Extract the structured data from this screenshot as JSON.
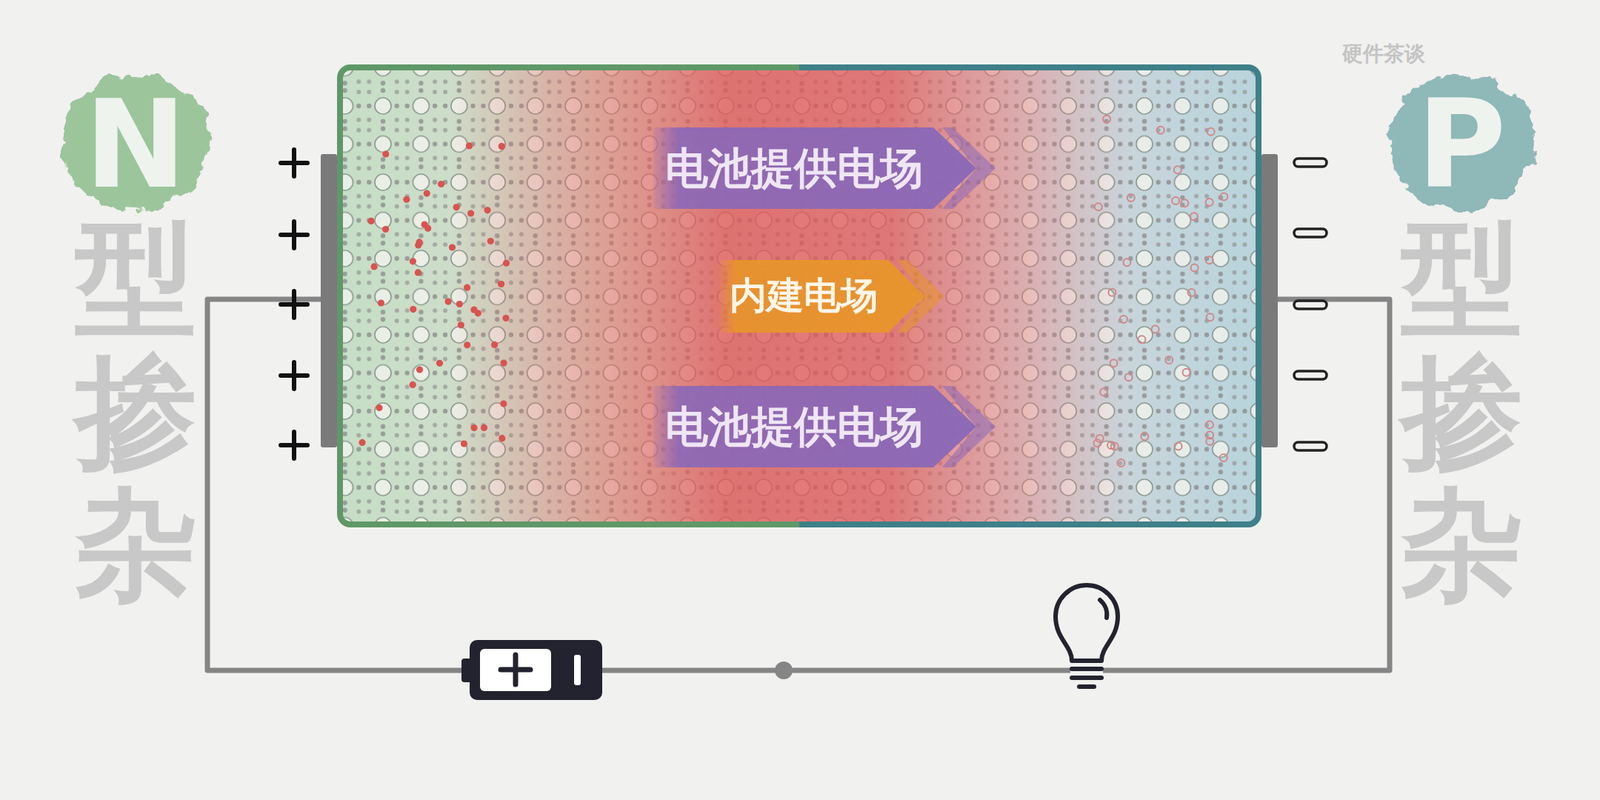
{
  "diagram": {
    "nodes": [
      {
        "text": [
          "电池提供电场"
        ]
      },
      {
        "text": [
          "内建电场"
        ]
      },
      {
        "text": [
          "电池提供电场"
        ]
      }
    ],
    "labels": [
      "N型掺杂",
      "P型掺杂",
      "硬件茶谈"
    ]
  }
}
